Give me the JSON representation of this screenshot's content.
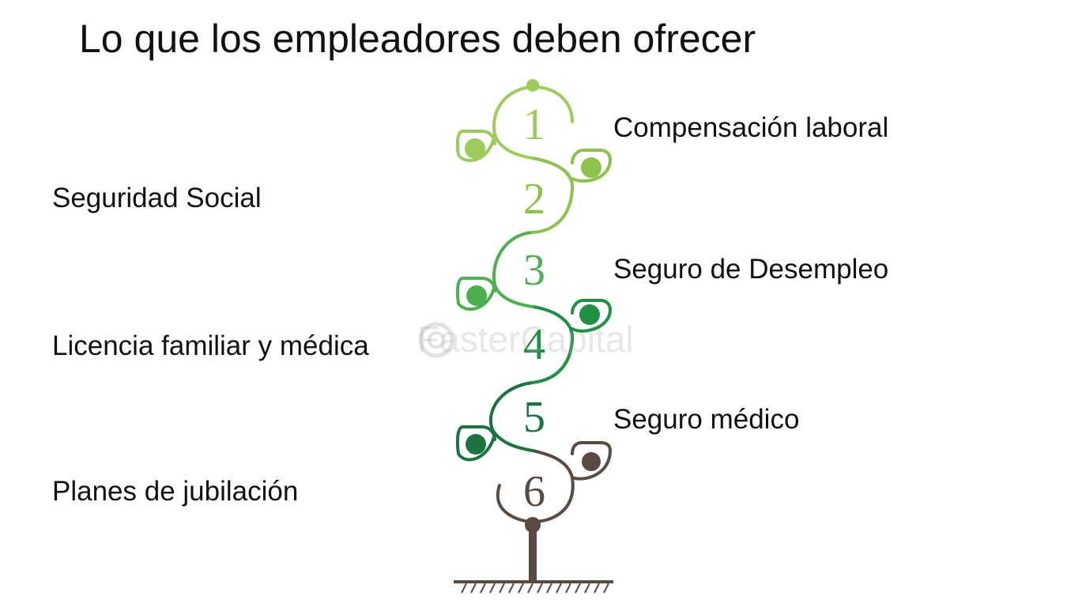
{
  "title": "Lo que los empleadores deben ofrecer",
  "watermark": "FasterCapital",
  "steps": [
    {
      "number": "1",
      "label": "Compensación laboral",
      "color": "#9dcc5a"
    },
    {
      "number": "2",
      "label": "Seguridad Social",
      "color": "#8bc34a"
    },
    {
      "number": "3",
      "label": "Seguro de Desempleo",
      "color": "#4caf50"
    },
    {
      "number": "4",
      "label": "Licencia familiar y médica",
      "color": "#1e8f45"
    },
    {
      "number": "5",
      "label": "Seguro médico",
      "color": "#1b7340"
    },
    {
      "number": "6",
      "label": "Planes de jubilación",
      "color": "#5a4a44"
    }
  ]
}
